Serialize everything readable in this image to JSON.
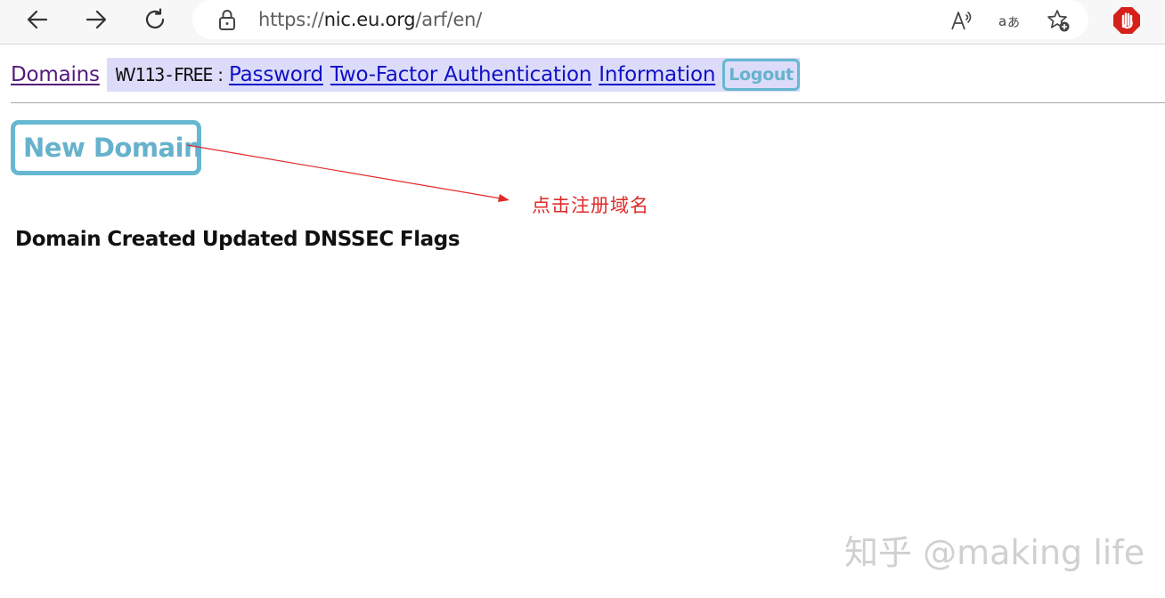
{
  "browser": {
    "url_scheme": "https://",
    "url_host": "nic.eu.org",
    "url_path": "/arf/en/",
    "icons": [
      "back-icon",
      "forward-icon",
      "refresh-icon",
      "lock-icon",
      "read-aloud-icon",
      "translate-icon",
      "add-favorite-icon",
      "adblock-extension-icon"
    ]
  },
  "nav": {
    "domains_label": "Domains",
    "handle": "WV113-FREE",
    "colon": ":",
    "password_label": "Password",
    "two_factor_label": "Two-Factor Authentication",
    "information_label": "Information",
    "logout_label": "Logout"
  },
  "main": {
    "new_domain_label": "New Domain",
    "table_headers": [
      "Domain",
      "Created",
      "Updated",
      "DNSSEC",
      "Flags"
    ]
  },
  "annotation": {
    "text": "点击注册域名",
    "color": "#e02a2a"
  },
  "watermark": {
    "text": "知乎 @making life"
  },
  "colors": {
    "accent": "#66b7d0",
    "user_box_bg": "#dcdcfa",
    "link_blue": "#1010c8",
    "link_visited": "#55197a"
  }
}
